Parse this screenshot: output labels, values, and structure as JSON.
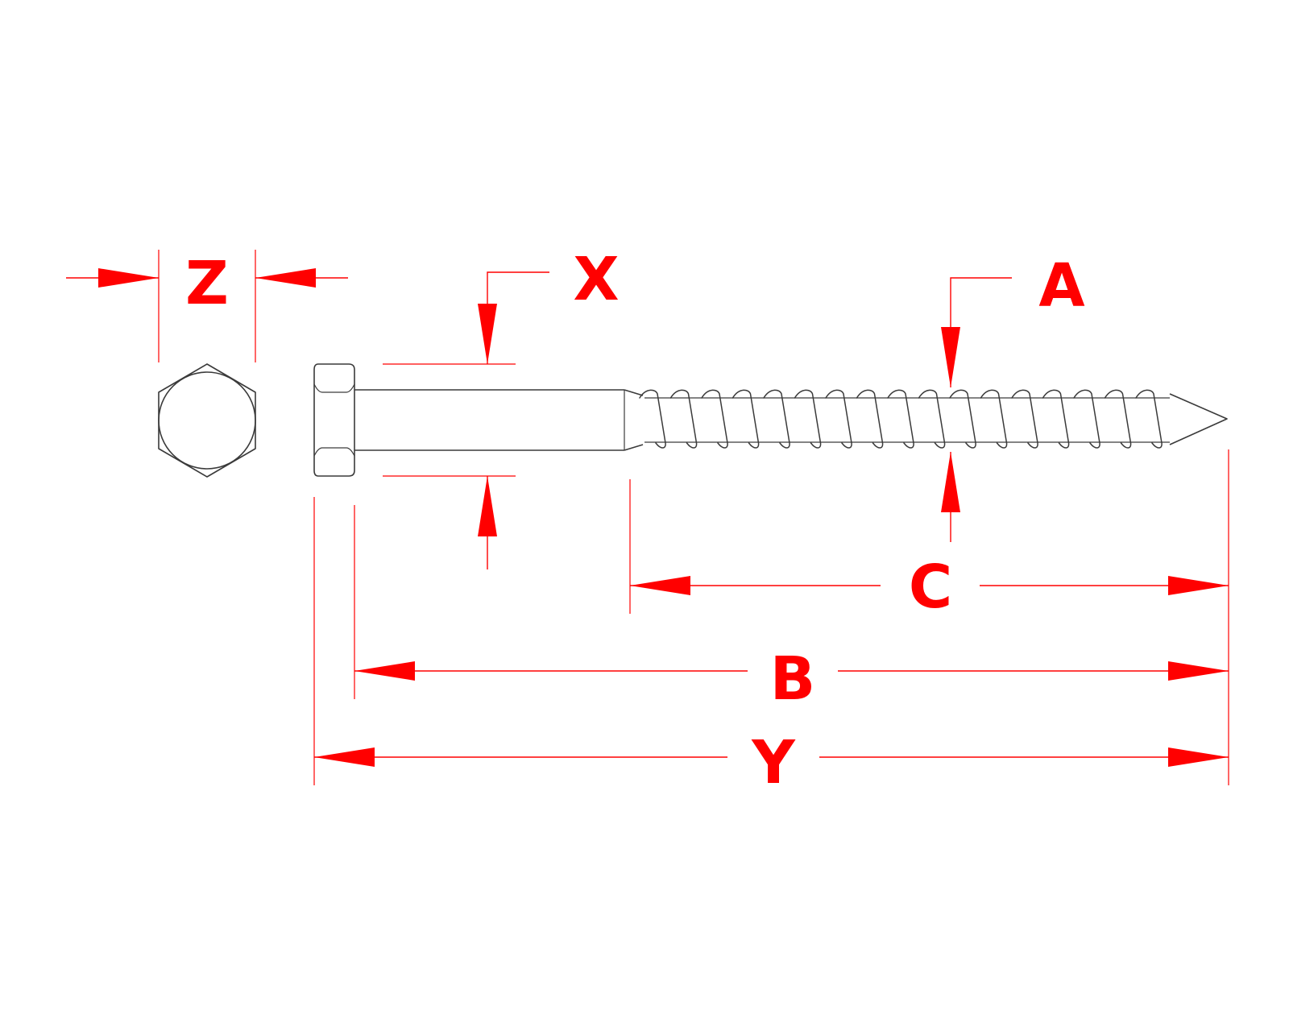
{
  "dimensions": {
    "Z": "Z",
    "X": "X",
    "A": "A",
    "C": "C",
    "B": "B",
    "Y": "Y"
  },
  "colors": {
    "dimension": "#ff0000",
    "outline": "#3a3a3a",
    "background": "#ffffff"
  }
}
